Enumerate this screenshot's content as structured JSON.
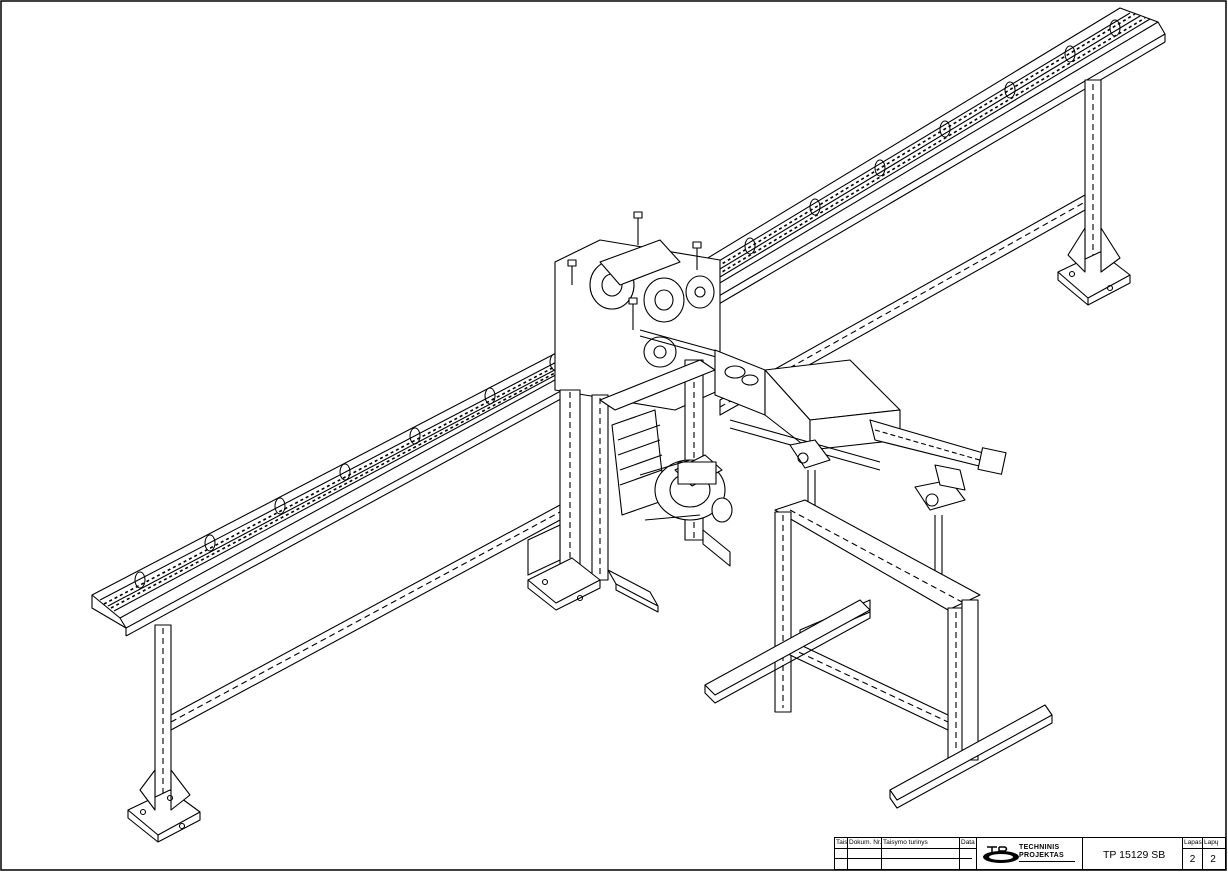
{
  "title_block": {
    "col_tais": "Tais.",
    "col_dokum": "Dokum. Nr.",
    "col_taisymo": "Taisymo turinys",
    "col_data": "Data",
    "company_line1": "TECHNINIS",
    "company_line2": "PROJEKTAS",
    "drawing_code": "TP 15129 SB",
    "lapas_label": "Lapas",
    "lapas_value": "2",
    "lapu_label": "Lapų",
    "lapu_value": "2"
  },
  "colors": {
    "line": "#000000",
    "paper": "#ffffff"
  },
  "icons": [
    "company-logo-icon"
  ]
}
